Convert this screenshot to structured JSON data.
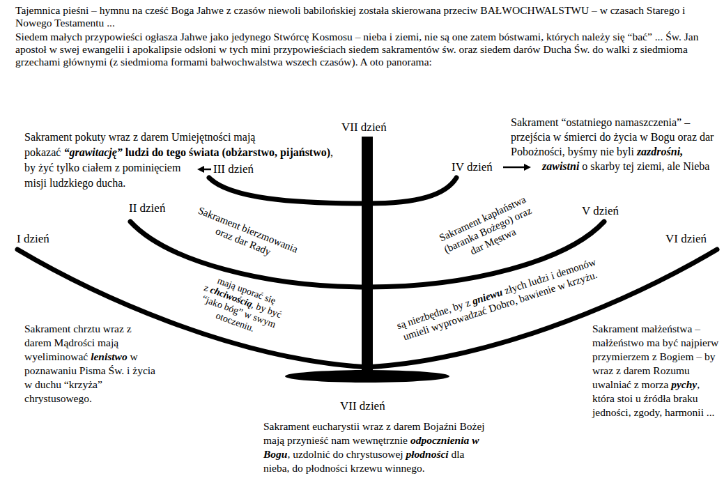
{
  "diagram": {
    "labels": [
      "Tajemnica pieśni – hymnu na cześć Boga Jahwe z czasów niewoli babilońskiej została skierowana przeciw BAŁWOCHWALSTWU – w czasach Starego i Nowego Testamentu ...",
      "Siedem małych przypowieści ogłasza Jahwe jako jedynego Stwórcę Kosmosu – nieba i ziemi, nie są one zatem bóstwami, których należy się “bać” ... Św. Jan apostoł w swej ewangelii i apokalipsie odsłoni w tych mini przypowieściach siedem sakramentów św. oraz siedem darów Ducha Św. do walki z siedmioma grzechami głównymi (z siedmioma formami bałwochwalstwa wszech czasów). A oto panorama:",
      "Sakrament pokuty wraz z darem Umiejętności mają pokazać",
      "“grawitację”",
      "ludzi do tego świata (obżarstwo, pijaństwo)",
      ", by żyć tylko ciałem z pominięciem misji ludzkiego ducha.",
      "III dzień",
      "Sakrament “ostatniego namaszczenia” – przejścia w śmierci do życia w Bogu oraz dar Pobożności, byśmy nie byli",
      "zazdrośni, zawistni",
      "o skarby tej ziemi, ale Nieba",
      "IV dzień",
      "VII dzień",
      "II dzień",
      "V dzień",
      "I dzień",
      "VI dzień",
      "Sakrament bierzmowania oraz dar Rady",
      "mają uporać się z",
      "chciwością",
      ", by być “jako bóg” w swym otoczeniu.",
      "Sakrament kapłaństwa (baranka Bożego) oraz dar Męstwa",
      "są niezbędne, by z",
      "gniewu",
      "złych ludzi i demonów umieli wyprowadzać Dobro, bawienie w krzyżu.",
      "Sakrament chrztu wraz z darem Mądrości mają wyeliminować",
      "lenistwo",
      "w poznawaniu Pisma Św. i życia w duchu “krzyża” chrystusowego.",
      "Sakrament małżeństwa – małżeństwo ma być najpierw przymierzem z Bogiem – by wraz z darem Rozumu uwalniać z morza",
      "pychy",
      ", która stoi u źródła braku jedności, zgody, harmonii ...",
      "VII dzień",
      "Sakrament eucharystii wraz z darem Bojaźni Bożej mają przynieść nam wewnętrznie",
      "odpocznienia w Bogu",
      ", uzdolnić do chrystusowej",
      "płodności",
      "dla nieba, do płodności krzewu winnego."
    ]
  }
}
